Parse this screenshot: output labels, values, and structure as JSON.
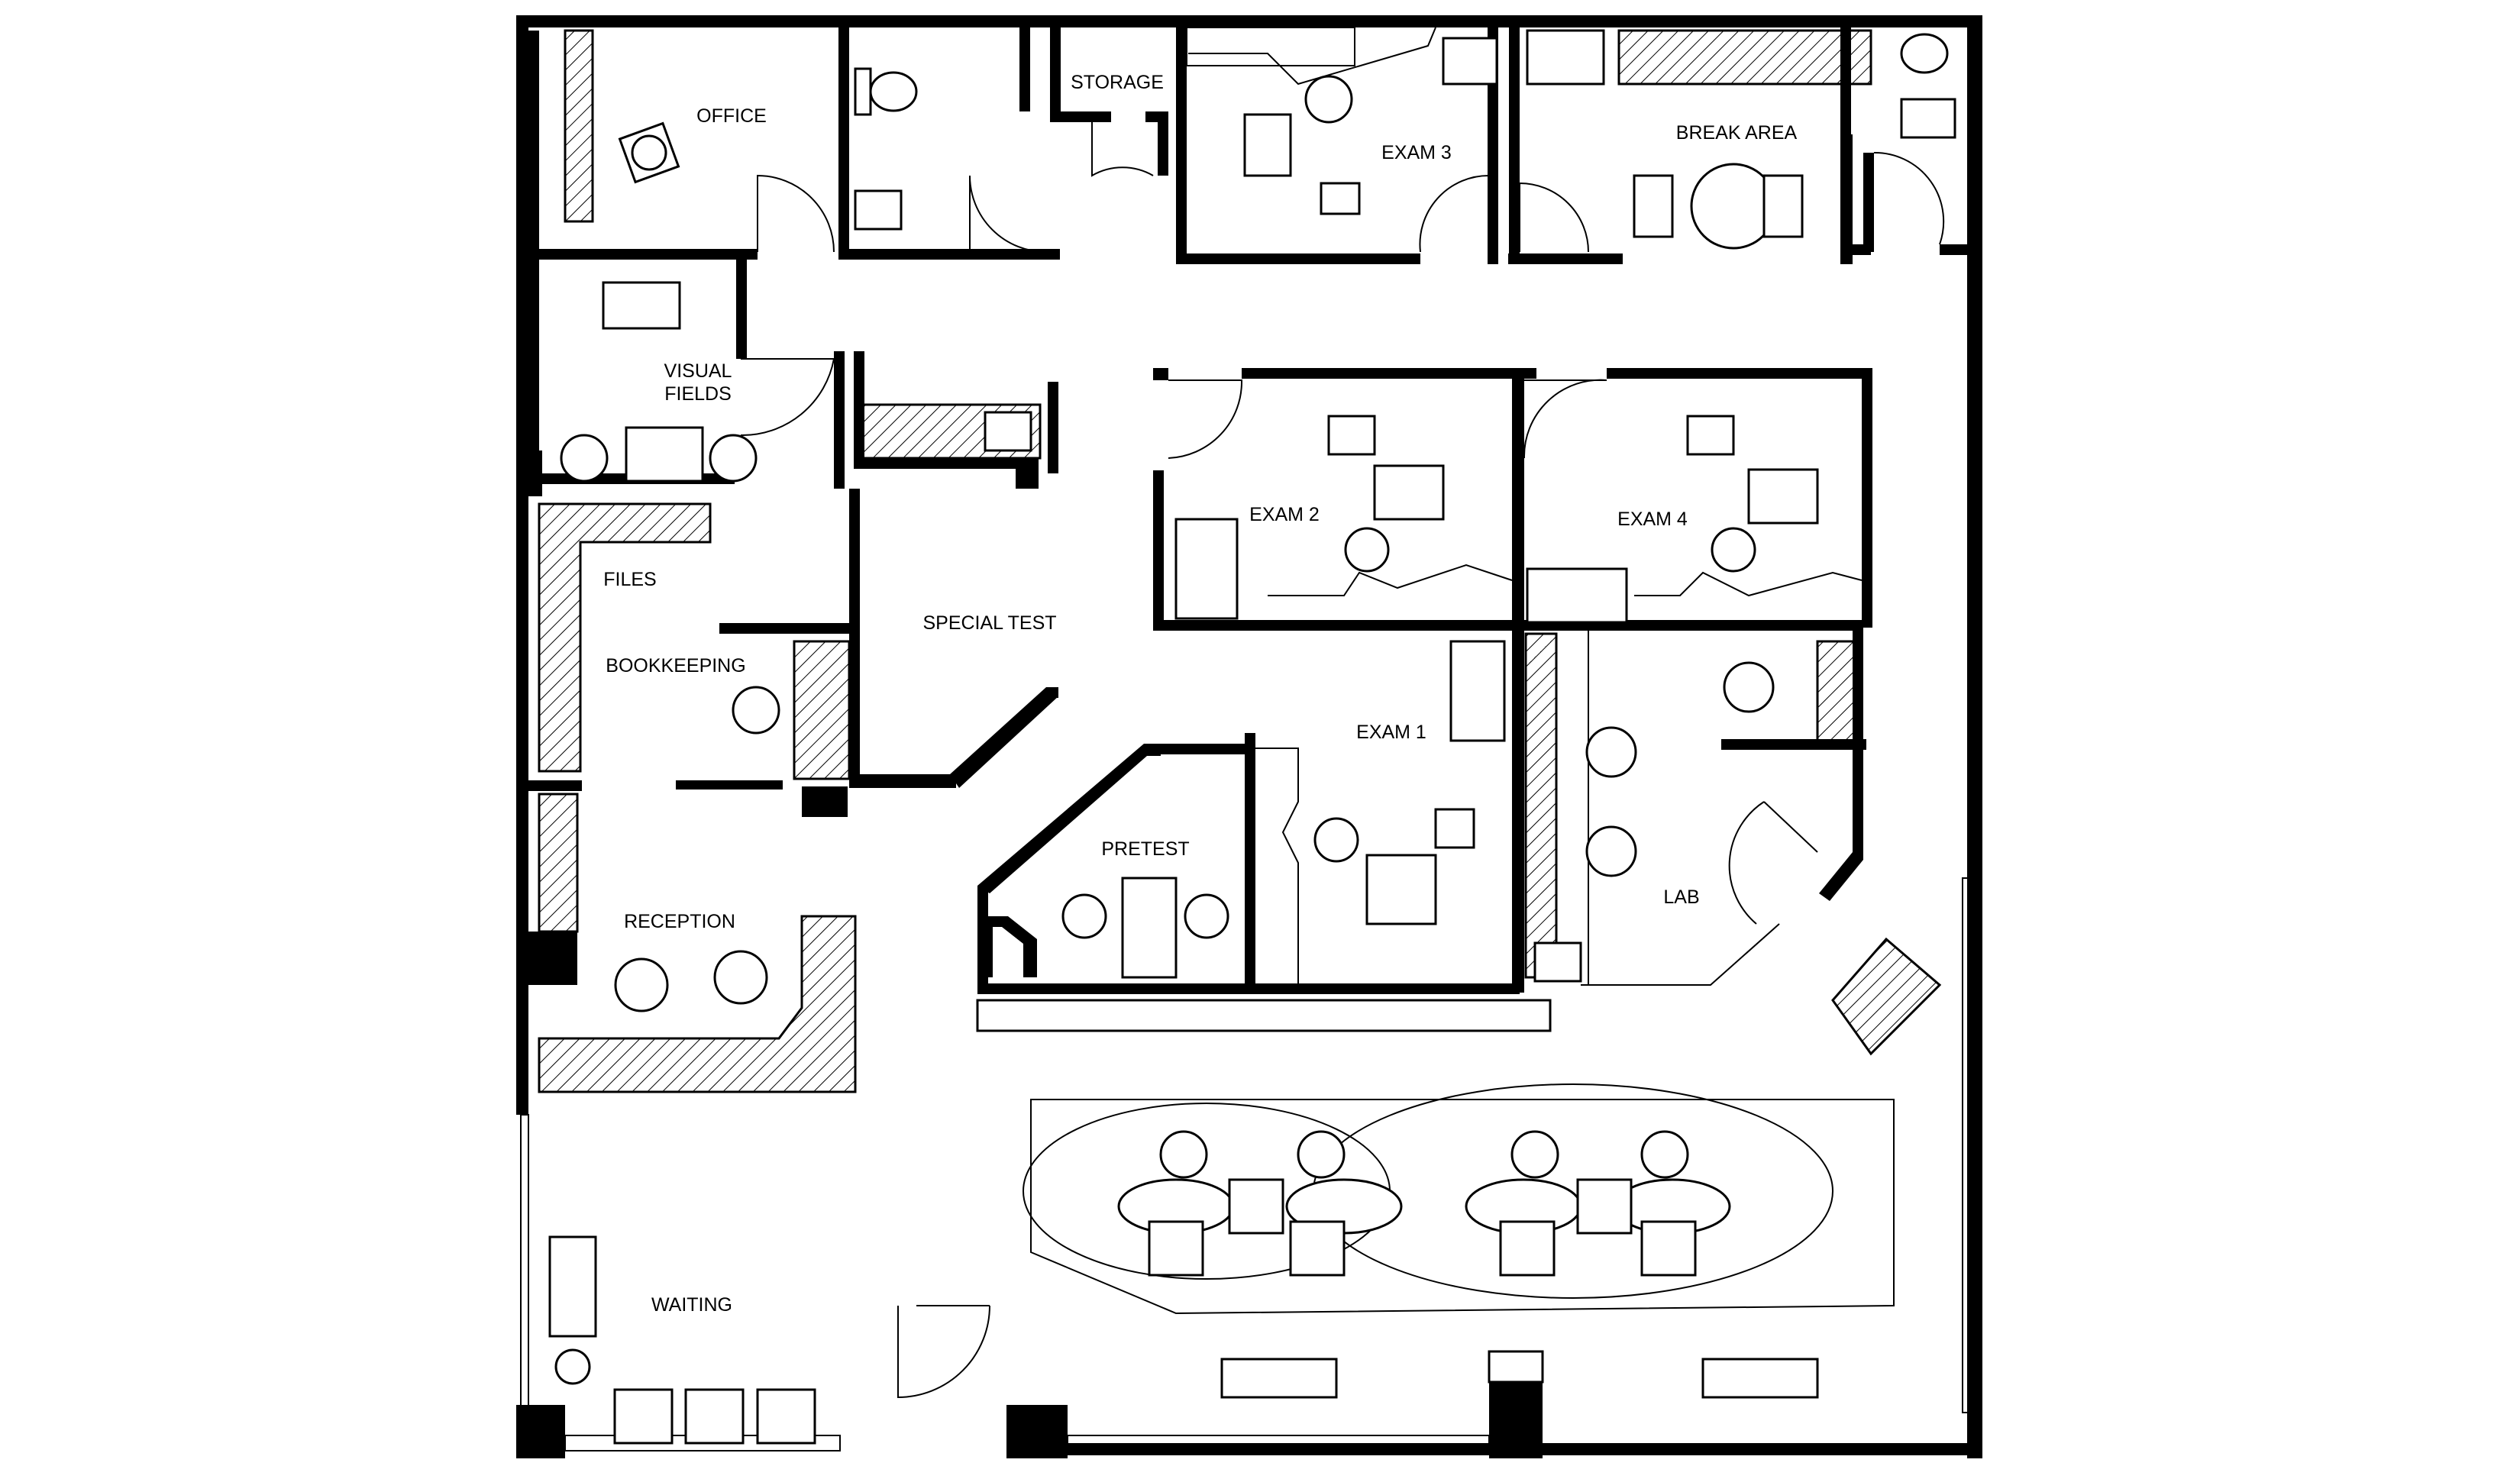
{
  "rooms": {
    "office": "OFFICE",
    "storage": "STORAGE",
    "exam3": "EXAM 3",
    "break_area": "BREAK AREA",
    "visual_fields_line1": "VISUAL",
    "visual_fields_line2": "FIELDS",
    "exam2": "EXAM 2",
    "exam4": "EXAM 4",
    "files": "FILES",
    "special_test": "SPECIAL TEST",
    "bookkeeping": "BOOKKEEPING",
    "exam1": "EXAM 1",
    "pretest": "PRETEST",
    "lab": "LAB",
    "reception": "RECEPTION",
    "waiting": "WAITING"
  },
  "colors": {
    "line": "#000000",
    "background": "#ffffff"
  }
}
